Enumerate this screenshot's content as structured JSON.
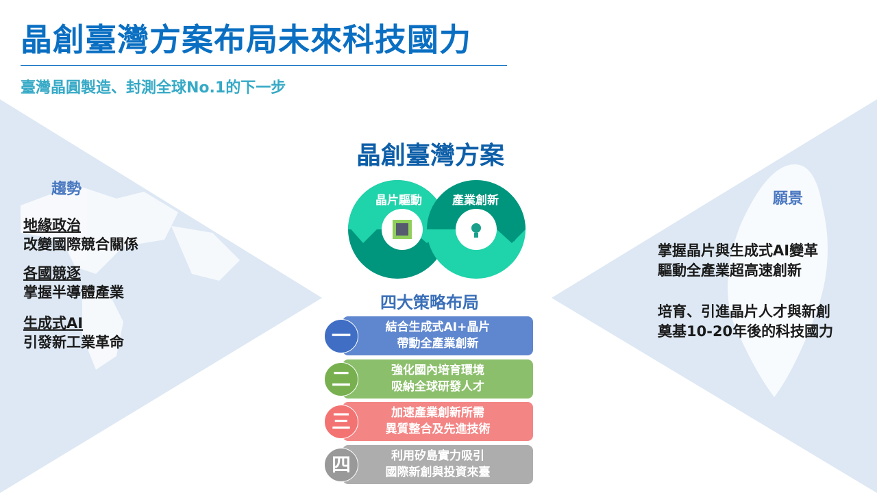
{
  "title": "晶創臺灣方案布局未來科技國力",
  "subtitle": "臺灣晶圓製造、封測全球No.1的下一步",
  "left": {
    "heading": "趨勢",
    "items": [
      {
        "title": "地緣政治",
        "text": "改變國際競合關係"
      },
      {
        "title": "各國競逐",
        "text": "掌握半導體產業"
      },
      {
        "title": "生成式AI",
        "text": "引發新工業革命"
      }
    ]
  },
  "right": {
    "heading": "願景",
    "items": [
      {
        "line1": "掌握晶片與生成式AI變革",
        "line2": "驅動全產業超高速創新"
      },
      {
        "line1": "培育、引進晶片人才與新創",
        "line2": "奠基10-20年後的科技國力"
      }
    ]
  },
  "center": {
    "title": "晶創臺灣方案",
    "loop_left": "晶片驅動",
    "loop_right": "產業創新",
    "strategy_heading": "四大策略布局",
    "strategies": [
      {
        "num": "一",
        "line1": "結合生成式AI+晶片",
        "line2": "帶動全產業創新",
        "color": "#5f87cf"
      },
      {
        "num": "二",
        "line1": "強化國內培育環境",
        "line2": "吸納全球研發人才",
        "color": "#8cbf6c"
      },
      {
        "num": "三",
        "line1": "加速產業創新所需",
        "line2": "異質整合及先進技術",
        "color": "#f47f7f"
      },
      {
        "num": "四",
        "line1": "利用矽島實力吸引",
        "line2": "國際新創與投資來臺",
        "color": "#a9a9a9"
      }
    ]
  }
}
